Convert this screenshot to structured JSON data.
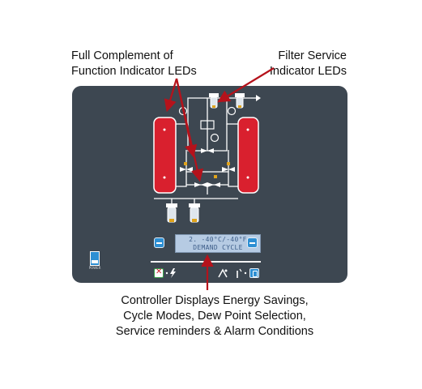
{
  "callouts": {
    "leds": [
      "Full Complement of",
      "Function Indicator LEDs"
    ],
    "filter": [
      "Filter Service",
      "Indicator LEDs"
    ],
    "controller": [
      "Controller Displays Energy Savings,",
      "Cycle Modes, Dew Point Selection,",
      "Service reminders & Alarm Conditions"
    ]
  },
  "display": {
    "line1": "2.  -40°C/-40°F",
    "line2": "DEMAND CYCLE"
  },
  "sticker_label": "POWER",
  "colors": {
    "panel": "#3d4751",
    "tower": "#d9202e",
    "arrow": "#b5121b",
    "lcd": "#b6cbe3",
    "button": "#2d8fd3"
  },
  "icons": {
    "mode_left": "arrow-left-icon",
    "mode_right": "arrow-right-icon",
    "alarm": "alarm-icon",
    "power": "lightning-icon",
    "energy": "energy-saving-icon",
    "dewpoint": "dewpoint-icon",
    "service": "service-icon"
  }
}
